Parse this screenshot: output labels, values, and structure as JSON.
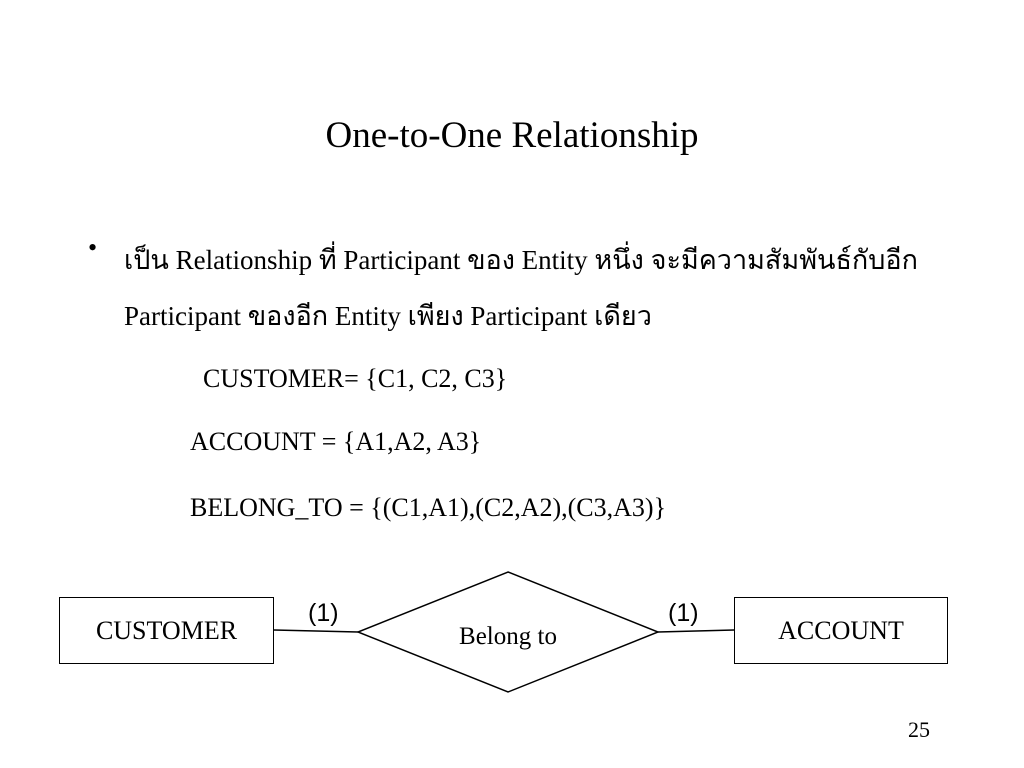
{
  "slide": {
    "title": "One-to-One Relationship",
    "bullet_symbol": "•",
    "bullet_text": "เป็น Relationship ที่ Participant ของ Entity หนึ่ง จะมีความสัมพันธ์กับอีก Participant ของอีก Entity เพียง Participant เดียว",
    "sets": {
      "customer": "CUSTOMER= {C1, C2, C3}",
      "account": "ACCOUNT = {A1,A2, A3}",
      "belong_to": "BELONG_TO = {(C1,A1),(C2,A2),(C3,A3)}"
    },
    "page_number": "25"
  },
  "diagram": {
    "entity_left": "CUSTOMER",
    "entity_right": "ACCOUNT",
    "relationship": "Belong to",
    "cardinality_left": "(1)",
    "cardinality_right": "(1)"
  }
}
